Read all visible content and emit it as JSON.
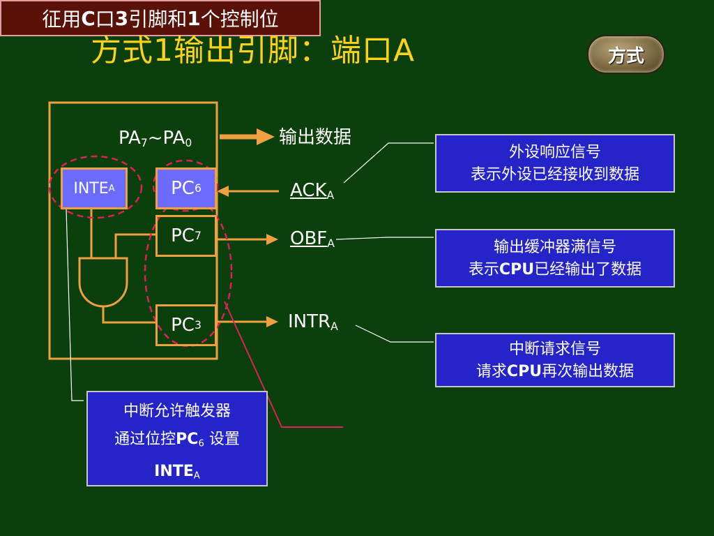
{
  "title": "方式1输出引脚：端口A",
  "mode_button": "方式",
  "pa_bus": {
    "base": "PA",
    "hi": "7",
    "sep": "~",
    "base2": "PA",
    "lo": "0"
  },
  "inte": {
    "base": "INTE",
    "sub": "A"
  },
  "pins": [
    {
      "base": "PC",
      "sub": "6"
    },
    {
      "base": "PC",
      "sub": "7"
    },
    {
      "base": "PC",
      "sub": "3"
    }
  ],
  "output_data": "输出数据",
  "signals": [
    {
      "base": "ACK",
      "sub": "A"
    },
    {
      "base": "OBF",
      "sub": "A"
    },
    {
      "base": "INTR",
      "sub": "A"
    }
  ],
  "notes": [
    {
      "line1": "外设响应信号",
      "line2": "表示外设已经接收到数据"
    },
    {
      "line1": "输出缓冲器满信号",
      "line2_pre": "表示",
      "line2_bold": "CPU",
      "line2_post": "已经输出了数据"
    },
    {
      "line1": "中断请求信号",
      "line2_pre": "请求",
      "line2_bold": "CPU",
      "line2_post": "再次输出数据"
    }
  ],
  "inte_note": {
    "line1": "中断允许触发器",
    "line2_pre": "通过位控",
    "line2_bold": "PC",
    "line2_sub": "6",
    "line2_post": " 设置",
    "line3_bold": "INTE",
    "line3_sub": "A"
  },
  "claim": {
    "p1": "征用",
    "b1": "C",
    "p2": "口",
    "b2": "3",
    "p3": "引脚和",
    "b3": "1",
    "p4": "个控制位"
  },
  "colors": {
    "background": "#0b3f0b",
    "title": "#ffd21a",
    "wire": "#f0a040",
    "note_box": "#2424c8",
    "highlight": "#e0205a",
    "claim_box": "#5a1208"
  }
}
